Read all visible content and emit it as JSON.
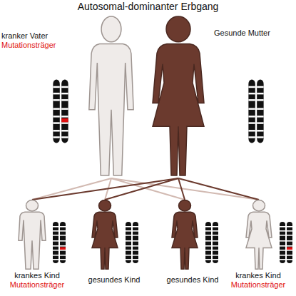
{
  "diagram": {
    "title": "Autosomal-dominanter Erbgang",
    "nodes": [
      {
        "text": [
          "kranker Vater",
          "Mutationsträger"
        ]
      },
      {
        "text": [
          "Gesunde Mutter"
        ]
      },
      {
        "text": [
          "krankes Kind",
          "Mutationsträger"
        ]
      },
      {
        "text": [
          "gesundes Kind"
        ]
      },
      {
        "text": [
          "gesundes Kind"
        ]
      },
      {
        "text": [
          "krankes Kind",
          "Mutationsträger"
        ]
      }
    ],
    "edges": [
      {
        "from": 0,
        "to": 2,
        "arrow": "none"
      },
      {
        "from": 0,
        "to": 3,
        "arrow": "none"
      },
      {
        "from": 0,
        "to": 4,
        "arrow": "none"
      },
      {
        "from": 0,
        "to": 5,
        "arrow": "none"
      },
      {
        "from": 1,
        "to": 2,
        "arrow": "none"
      },
      {
        "from": 1,
        "to": 3,
        "arrow": "none"
      },
      {
        "from": 1,
        "to": 4,
        "arrow": "none"
      },
      {
        "from": 1,
        "to": 5,
        "arrow": "none"
      }
    ]
  }
}
